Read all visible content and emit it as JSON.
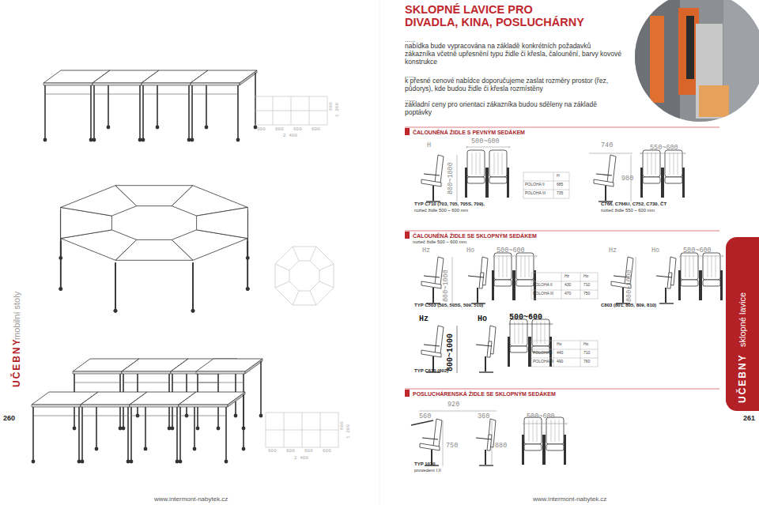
{
  "diagram": {
    "title": "SKLOPNÉ LAVICE PRO DIVADLA, KINA, POSLUCHÁRNY",
    "nodes": [
      {
        "text": [
          "UČEBNY",
          "sklopné lavice"
        ]
      }
    ],
    "edges": [],
    "labels": [
      "......",
      "nabídka bude vypracována na základě konkrétních požadavků zákazníka včetně upřesnění typu židle či křesla, čalounění, barvy kovové konstrukce",
      "......",
      "k přesné cenové nabídce doporučujeme zaslat rozměry prostor (řez, půdorys), kde budou židle či křesla rozmístěny",
      "......",
      "základní ceny pro orientaci zákazníka budou sděleny na základě poptávky",
      "ČALOUNĚNÁ ŽIDLE S PEVNÝM SEDÁKEM",
      "H",
      "500~600",
      "800~1000",
      "H",
      "POLOHA II",
      "685",
      "POLOHA III",
      "735",
      "TYP C710 (703, 705, 705S, 709),",
      "rozteč židle 500 ~ 600 mm",
      "740",
      "550~600",
      "980",
      "C766, C766U, C752, C730, ČT",
      "rozteč židle 550 ~ 600 mm",
      "ČALOUNĚNÁ ŽIDLE SE SKLOPNÝM SEDÁKEM",
      "rozteč židle 500 ~ 600 mm",
      "Hz",
      "Ho",
      "500~600",
      "800~1000",
      "Hz",
      "Ho",
      "POLOHA II",
      "430",
      "710",
      "POLOHA III",
      "470",
      "750",
      "TYP C503 (505, 505S, 509, 510)",
      "Hz",
      "Ho",
      "500~600",
      "800~1000",
      "C803 (801, 805, 809, 810)",
      "Hz",
      "Ho",
      "500~600",
      "800~1000",
      "Ho",
      "Ho",
      "POLOHA II",
      "440",
      "710",
      "POLOHA III",
      "490",
      "760",
      "TYP C610 (602)",
      "POSLUCHÁRENSKÁ ŽIDLE SE SKLOPNÝM SEDÁKEM",
      "920",
      "560",
      "360",
      "500~600",
      "750",
      "880",
      "TYP 1030",
      "provedení I,II",
      "600",
      "600",
      "600",
      "600",
      "2 400",
      "600",
      "1 200",
      "600",
      "600",
      "600",
      "600",
      "2 400",
      "600",
      "1 200",
      "260",
      "www.intermont-nabytek.cz",
      "www.intermont-nabytek.cz",
      "261",
      "UČEBNY",
      "mobilní stoly"
    ]
  }
}
